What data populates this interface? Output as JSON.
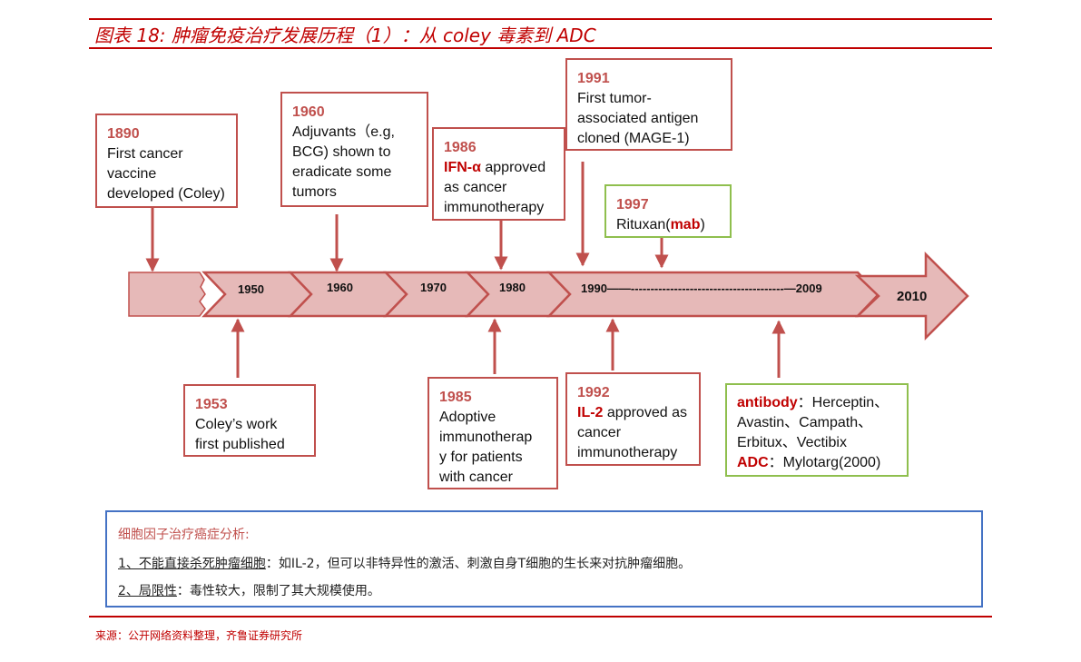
{
  "title": "图表 18:  肿瘤免疫治疗发展历程（1）：从 coley 毒素到 ADC",
  "timeline": {
    "labels": {
      "y1950": "1950",
      "y1960": "1960",
      "y1970": "1970",
      "y1980": "1980",
      "y1990": "1990——---------------------------------------—2009",
      "y2010": "2010"
    }
  },
  "events": {
    "e1890": {
      "year": "1890",
      "lines": [
        "First cancer",
        "vaccine",
        "developed (Coley)"
      ]
    },
    "e1960": {
      "year": "1960",
      "lines": [
        "Adjuvants（e.g,",
        "BCG) shown to",
        "eradicate some",
        "tumors"
      ]
    },
    "e1986": {
      "year": "1986",
      "hl": "IFN-α",
      "line1_rest": " approved",
      "lines": [
        "as cancer",
        "immunotherapy"
      ]
    },
    "e1991": {
      "year": "1991",
      "lines": [
        "First tumor-",
        "associated antigen",
        "cloned (MAGE-1)"
      ]
    },
    "e1997": {
      "year": "1997",
      "pre": "Rituxan(",
      "hl": "mab",
      "post": ")"
    },
    "e1953": {
      "year": "1953",
      "lines": [
        "Coley’s work",
        "first published"
      ]
    },
    "e1985": {
      "year": "1985",
      "lines": [
        "Adoptive",
        "immunotherap",
        "y for patients",
        "with cancer"
      ]
    },
    "e1992": {
      "year": "1992",
      "hl": "IL-2",
      "line1_rest": " approved as",
      "lines": [
        "cancer",
        "immunotherapy"
      ]
    },
    "eAb": {
      "hl1": "antibody",
      "rest1": "：Herceptin、",
      "line2": "Avastin、Campath、",
      "line3": "Erbitux、Vectibix",
      "hl2": "ADC",
      "rest2": "：Mylotarg(2000)"
    }
  },
  "analysis": {
    "title": "细胞因子治疗癌症分析:",
    "item1_label": "1、不能直接杀死肿瘤细胞",
    "item1_text": "：如IL-2，但可以非特异性的激活、刺激自身T细胞的生长来对抗肿瘤细胞。",
    "item2_label": "2、局限性",
    "item2_text": "：毒性较大，限制了其大规模使用。"
  },
  "source": "来源：公开网络资料整理，齐鲁证券研究所",
  "colors": {
    "accent_red": "#c00000",
    "box_red": "#c0504d",
    "box_green": "#8fbf4e",
    "arrow_fill": "#e6b9b8",
    "box_blue": "#4472c4"
  }
}
